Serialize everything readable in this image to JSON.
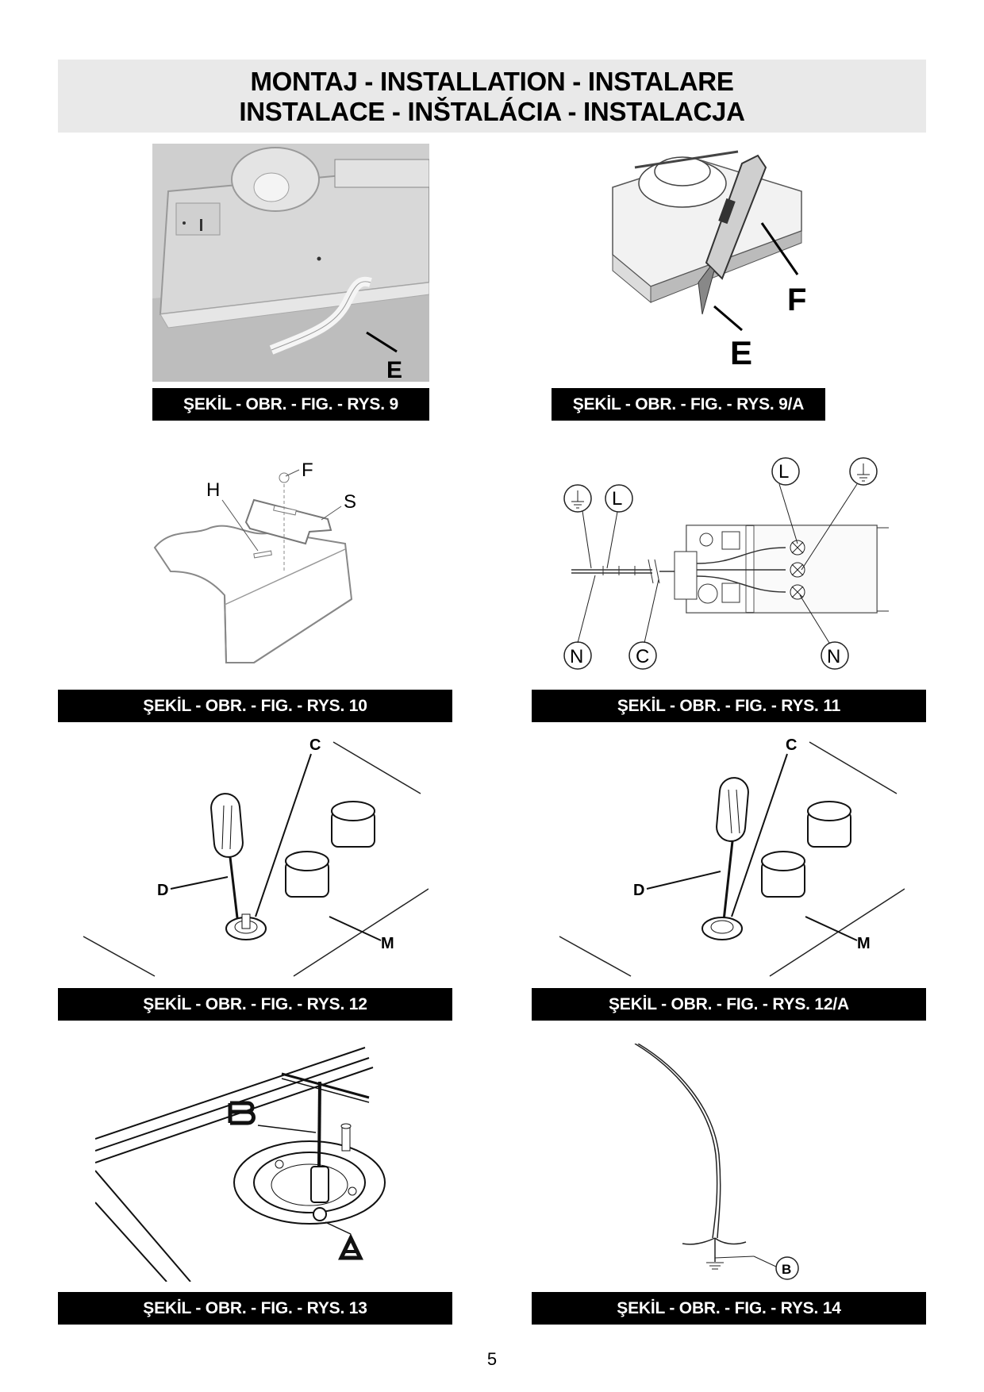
{
  "header": {
    "line1": "MONTAJ - INSTALLATION - INSTALARE",
    "line2": "INSTALACE - INŠTALÁCIA - INSTALACJA"
  },
  "figures": [
    {
      "caption": "ŞEKİL - OBR. - FIG. - RYS. 9",
      "labels": [
        "E"
      ]
    },
    {
      "caption": "ŞEKİL - OBR. - FIG. - RYS. 9/A",
      "labels": [
        "F",
        "E"
      ]
    },
    {
      "caption": "ŞEKİL - OBR. - FIG. - RYS. 10",
      "labels": [
        "F",
        "H",
        "S"
      ]
    },
    {
      "caption": "ŞEKİL - OBR. - FIG. - RYS. 11",
      "labels": [
        "L",
        "N",
        "C",
        "L",
        "N"
      ]
    },
    {
      "caption": "ŞEKİL - OBR. - FIG. - RYS. 12",
      "labels": [
        "C",
        "D",
        "M"
      ]
    },
    {
      "caption": "ŞEKİL - OBR. - FIG. - RYS. 12/A",
      "labels": [
        "C",
        "D",
        "M"
      ]
    },
    {
      "caption": "ŞEKİL - OBR. - FIG. - RYS. 13",
      "labels": [
        "B",
        "A"
      ]
    },
    {
      "caption": "ŞEKİL - OBR. - FIG. - RYS. 14",
      "labels": [
        "B"
      ]
    }
  ],
  "page_number": "5"
}
